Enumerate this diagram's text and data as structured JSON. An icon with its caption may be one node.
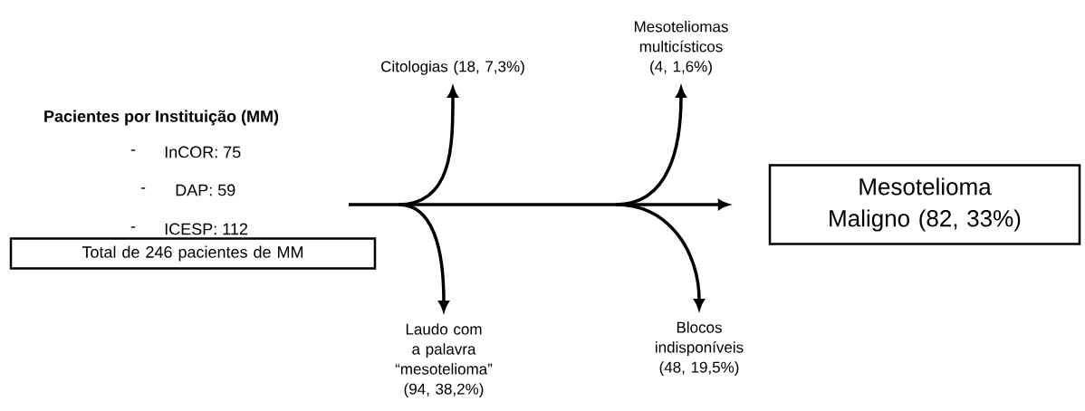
{
  "diagram": {
    "nodes": [
      {
        "text": [
          "Total de 246 pacientes de MM"
        ]
      },
      {
        "text": [
          "Citologias (18, 7,3%)"
        ]
      },
      {
        "text": [
          "Laudo com a palavra “mesotelioma” (94, 38,2%)"
        ]
      },
      {
        "text": [
          "Mesoteliomas multicísticos (4, 1,6%)"
        ]
      },
      {
        "text": [
          "Blocos indisponíveis (48, 19,5%)"
        ]
      },
      {
        "text": [
          "Mesotelioma Maligno (82, 33%)"
        ]
      }
    ],
    "edges": [
      {
        "from": null,
        "to": 5,
        "arrow": "to"
      },
      {
        "from": null,
        "to": 1,
        "arrow": "to"
      },
      {
        "from": null,
        "to": 2,
        "arrow": "to"
      },
      {
        "from": null,
        "to": 3,
        "arrow": "to"
      },
      {
        "from": null,
        "to": 4,
        "arrow": "to"
      }
    ],
    "labels": [
      "Pacientes por Instituição (MM)",
      "-",
      "InCOR: 75",
      "-",
      "DAP: 59",
      "-",
      "ICESP: 112"
    ]
  }
}
